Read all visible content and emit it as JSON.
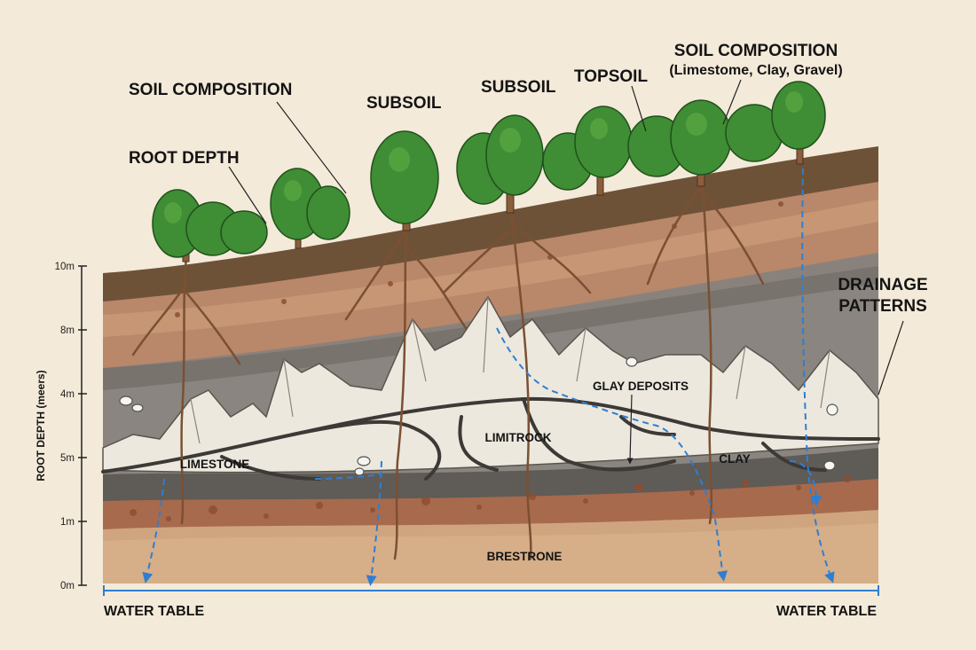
{
  "labels": {
    "soil_composition_left": "SOIL COMPOSITION",
    "root_depth": "ROOT DEPTH",
    "subsoil_1": "SUBSOIL",
    "subsoil_2": "SUBSOIL",
    "topsoil": "TOPSOIL",
    "soil_composition_right": "SOIL COMPOSITION",
    "soil_composition_right_sub": "(Limestome, Clay, Gravel)",
    "drainage_line1": "DRAINAGE",
    "drainage_line2": "PATTERNS",
    "glay_deposits": "GLAY DEPOSITS",
    "limitrock": "LIMITROCK",
    "limestone": "LIMESTONE",
    "clay": "CLAY",
    "brestrone": "BRESTRONE",
    "water_table_left": "WATER TABLE",
    "water_table_right": "WATER TABLE"
  },
  "axis": {
    "title": "ROOT DEPTH (meers)",
    "ticks": [
      "10m",
      "8m",
      "4m",
      "5m",
      "1m",
      "0m"
    ]
  },
  "colors": {
    "background": "#f3ead9",
    "topsoil": "#6e5238",
    "subsoil": "#b9876a",
    "gray_layer": "#8a8580",
    "limestone": "#ece8de",
    "clay_band": "#5f5b57",
    "red_gravel": "#a86a4c",
    "bedrock_sand": "#cfa57f",
    "water_arrow": "#2f7ed1",
    "foliage": "#3f8d34"
  },
  "icons": [
    "tree-icon",
    "root-icon",
    "water-arrow-icon",
    "fossil-icon"
  ]
}
